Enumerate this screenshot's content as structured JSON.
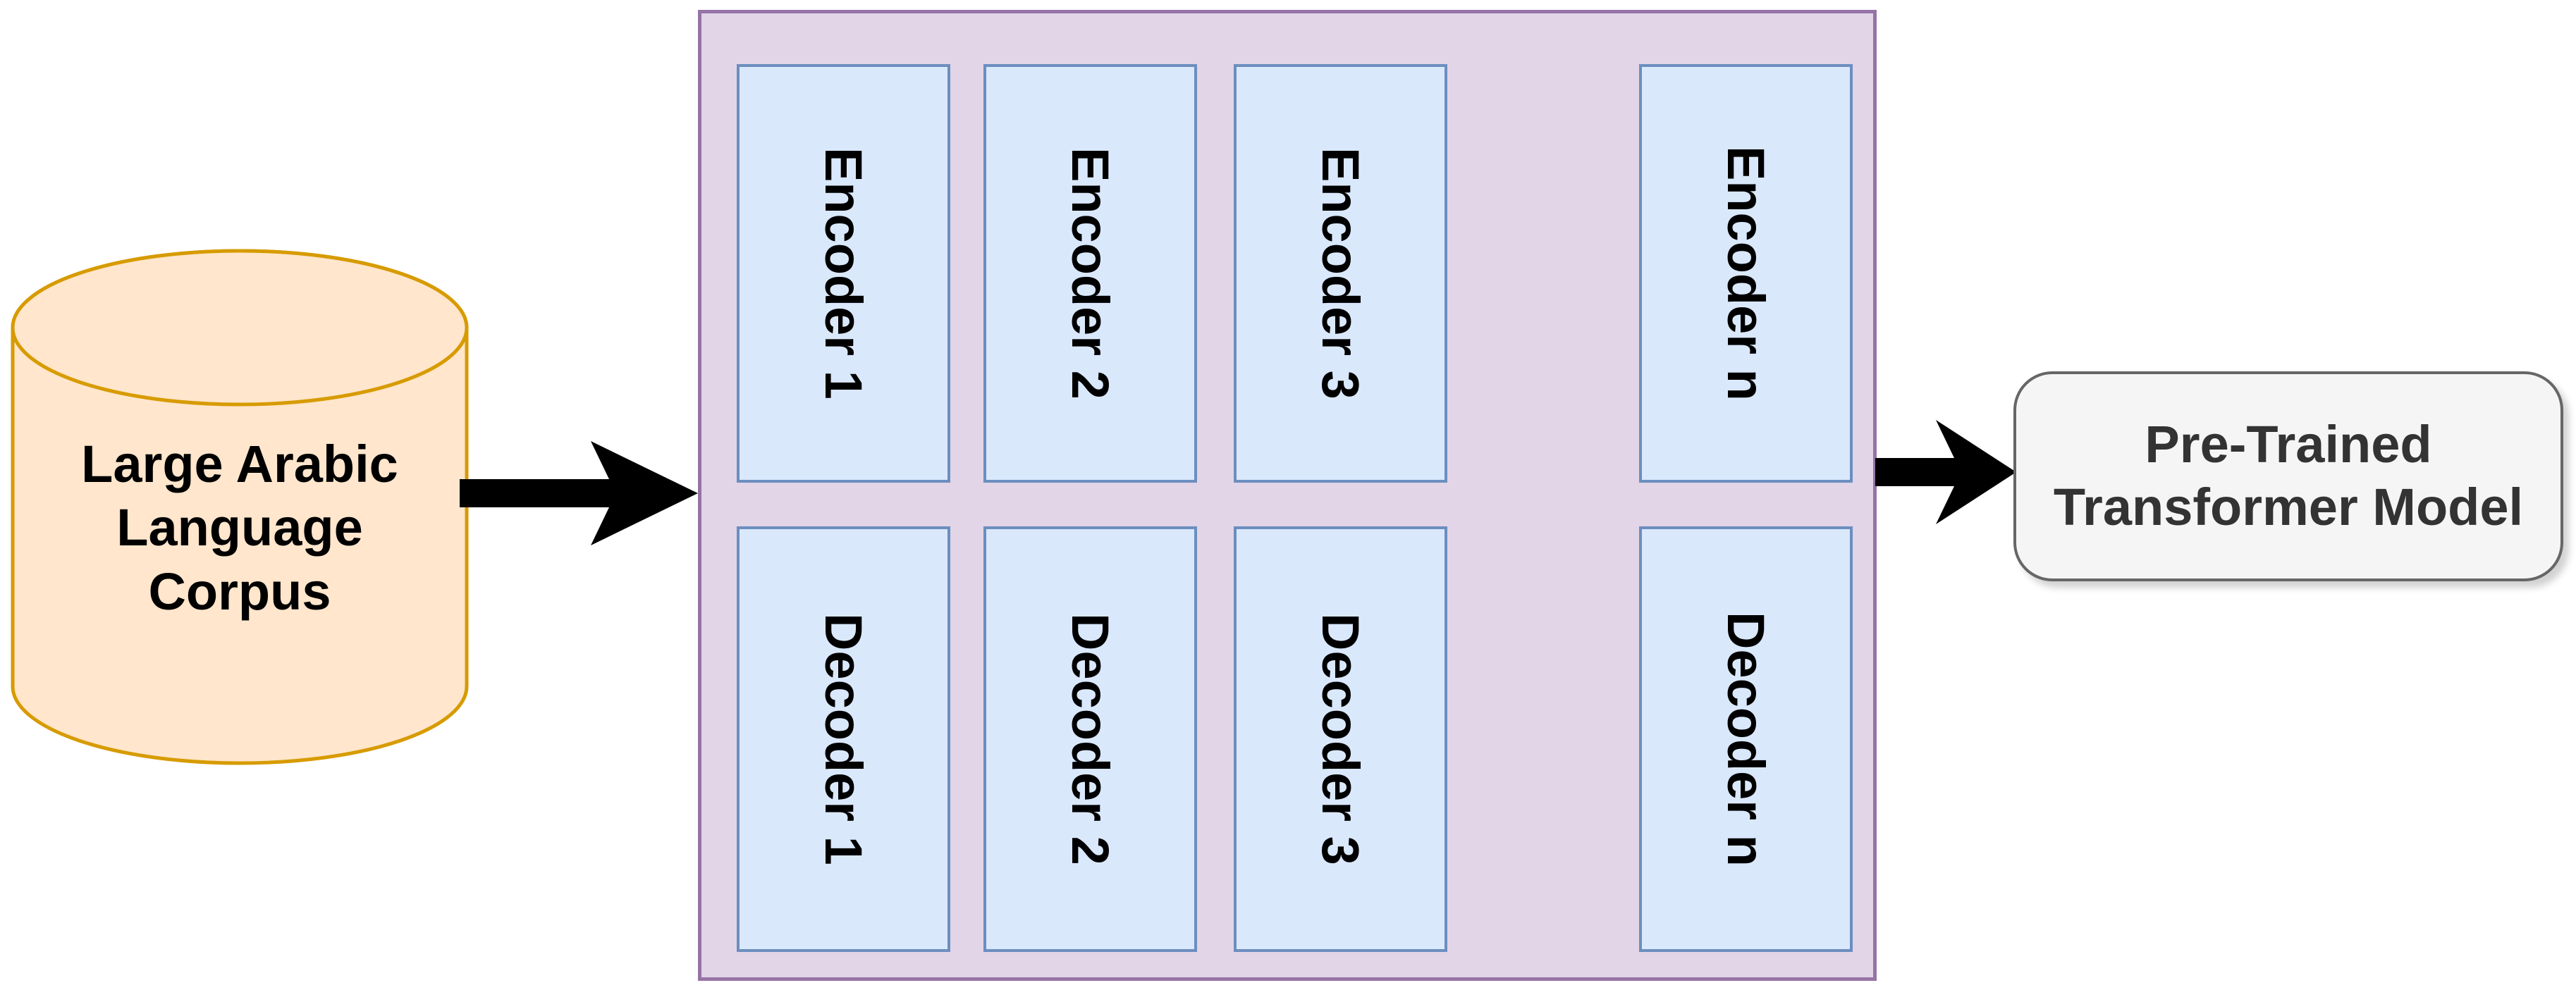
{
  "diagram": {
    "corpus": {
      "shape": "database-cylinder",
      "label": "Large Arabic\nLanguage\nCorpus"
    },
    "transformer": {
      "shape": "group-container",
      "encoders": [
        "Encoder 1",
        "Encoder 2",
        "Encoder 3",
        "Encoder n"
      ],
      "decoders": [
        "Decoder 1",
        "Decoder 2",
        "Decoder 3",
        "Decoder n"
      ]
    },
    "output": {
      "shape": "rounded-rectangle",
      "label": "Pre-Trained\nTransformer Model"
    },
    "connectors": [
      {
        "from": "corpus",
        "to": "transformer",
        "shape": "right-arrow"
      },
      {
        "from": "transformer",
        "to": "output",
        "shape": "right-arrow"
      }
    ],
    "colors": {
      "canvas_bg": "#ffffff",
      "corpus_fill": "#ffe6cc",
      "corpus_stroke": "#d79b00",
      "container_fill": "#e1d5e7",
      "container_stroke": "#9673a6",
      "block_fill": "#dae8fc",
      "block_stroke": "#6c8ebf",
      "output_fill": "#f5f5f5",
      "output_stroke": "#666666",
      "output_text": "#333333",
      "arrow_fill": "#000000",
      "label_text": "#000000"
    }
  }
}
